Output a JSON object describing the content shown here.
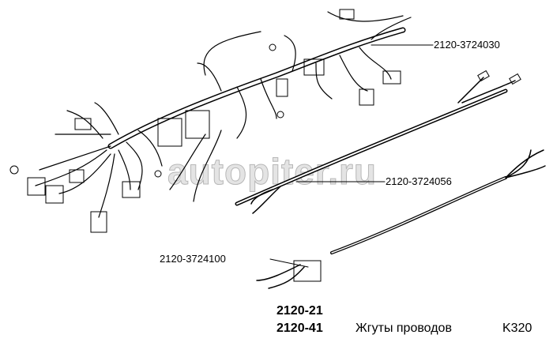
{
  "callouts": {
    "harness_main": "2120-3724030",
    "harness_middle": "2120-3724056",
    "harness_lower": "2120-3724100"
  },
  "caption": {
    "model_1": "2120-21",
    "model_2": "2120-41",
    "title": "Жгуты проводов",
    "code": "K320"
  },
  "watermark": "autopiter.ru"
}
